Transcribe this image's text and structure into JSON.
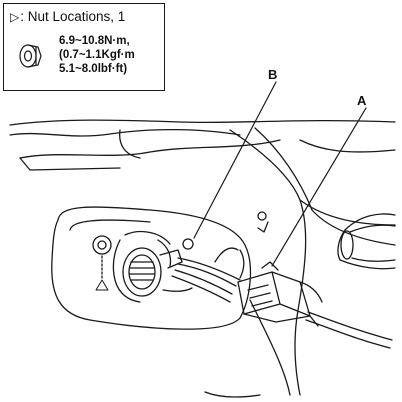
{
  "legend": {
    "title_marker": "▷",
    "title_text": ": Nut Locations, 1",
    "torque_lines": [
      "6.9~10.8N·m,",
      "(0.7~1.1Kgf·m",
      "5.1~8.0lbf·ft)"
    ]
  },
  "callouts": {
    "a": "A",
    "b": "B"
  },
  "location_marker": "▷"
}
